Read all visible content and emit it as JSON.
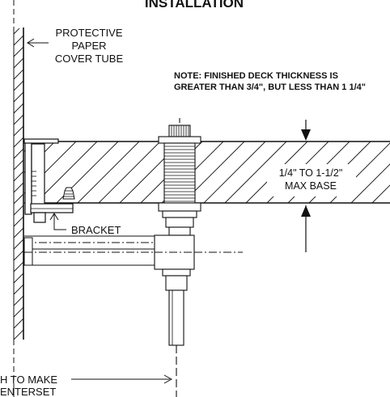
{
  "diagram": {
    "title": "INSTALLATION",
    "labels": {
      "cover_tube_line1": "PROTECTIVE",
      "cover_tube_line2": "PAPER",
      "cover_tube_line3": "COVER TUBE",
      "note_line1": "NOTE: FINISHED DECK THICKNESS IS",
      "note_line2": "GREATER THAN 3/4\", BUT LESS THAN 1 1/4\"",
      "base_line1": "1/4\" TO 1-1/2\"",
      "base_line2": "MAX BASE",
      "bracket": "BRACKET",
      "bottom_line1": "H TO MAKE",
      "bottom_line2": "ENTERSET"
    },
    "colors": {
      "ink": "#111111",
      "paper": "#ffffff"
    }
  }
}
